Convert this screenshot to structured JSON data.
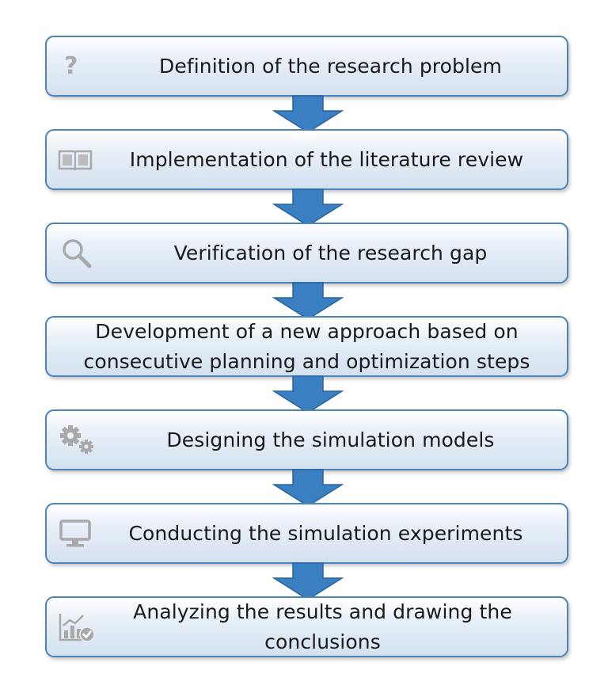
{
  "steps": [
    {
      "text": "Definition of the research problem",
      "icon": "question-mark-icon"
    },
    {
      "text": "Implementation of the literature review",
      "icon": "open-book-icon"
    },
    {
      "text": "Verification of the research gap",
      "icon": "magnifier-icon"
    },
    {
      "text": "Development of a new approach based on consecutive planning and optimization steps",
      "icon": ""
    },
    {
      "text": "Designing the simulation models",
      "icon": "gears-icon"
    },
    {
      "text": "Conducting the simulation experiments",
      "icon": "monitor-icon"
    },
    {
      "text": "Analyzing the results and drawing the conclusions",
      "icon": "chart-check-icon"
    }
  ],
  "icons": {
    "question_glyph": "?"
  },
  "colors": {
    "box_border": "#4a84b9",
    "box_fill_top": "#ffffff",
    "box_fill_bottom": "#d3e1f0",
    "arrow_fill": "#3a7fc1",
    "arrow_stroke": "#2a64a0",
    "icon_gray": "#a9a9a9",
    "text": "#1a1a1a"
  }
}
